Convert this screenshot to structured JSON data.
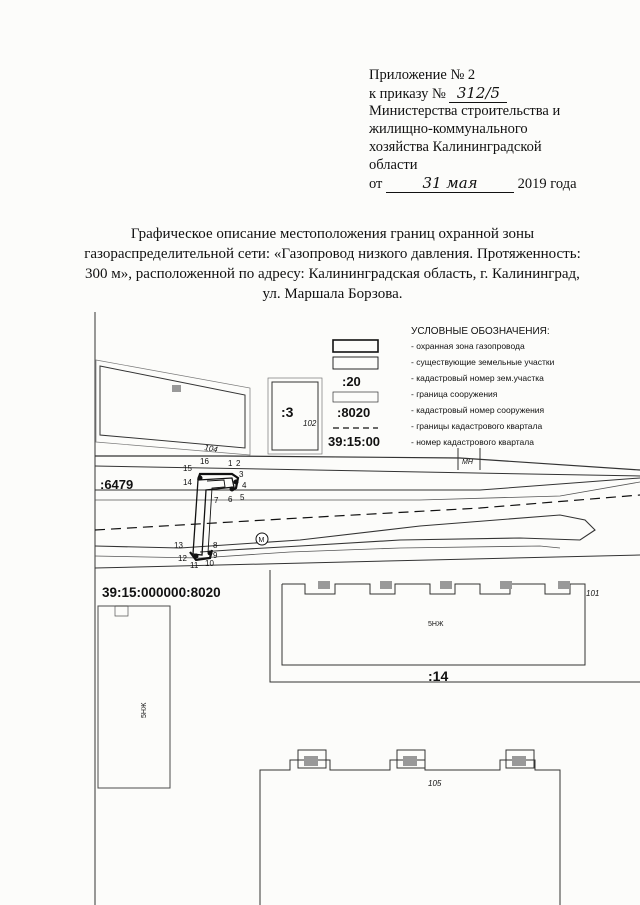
{
  "header": {
    "line1": "Приложение № 2",
    "line2": "к приказу №",
    "order_no": "312/5",
    "line3": "Министерства строительства и",
    "line4": "жилищно-коммунального",
    "line5": "хозяйства Калининградской",
    "line6": "области",
    "date_prefix": "от",
    "date_handwritten": "31 мая",
    "date_suffix": "2019 года"
  },
  "title": {
    "line1": "Графическое описание местоположения границ охранной зоны",
    "line2": "газораспределительной сети: «Газопровод низкого давления. Протяженность:",
    "line3": "300 м», расположенной по адресу: Калининградская область, г. Калининград,",
    "line4": "ул. Маршала Борзова."
  },
  "legend": {
    "title": "УСЛОВНЫЕ ОБОЗНАЧЕНИЯ:",
    "items": [
      {
        "label": "- охранная зона газопровода",
        "symbol": "rect-double"
      },
      {
        "label": "- существующие земельные участки",
        "symbol": "rect-single"
      },
      {
        "label": "- кадастровый номер зем.участка",
        "symbol": ":20"
      },
      {
        "label": "- граница сооружения",
        "symbol": "rect-thin"
      },
      {
        "label": "- кадастровый номер сооружения",
        "symbol": ":8020"
      },
      {
        "label": "- границы кадастрового квартала",
        "symbol": "dashed"
      },
      {
        "label": "- номер кадастрового квартала",
        "symbol": "39:15:00"
      }
    ]
  },
  "map": {
    "labels": {
      "parcel_3": ":3",
      "parcel_6479": ":6479",
      "parcel_14": ":14",
      "structure_full": "39:15:000000:8020",
      "bldg_102": "102",
      "bldg_104": "104",
      "bldg_105": "105",
      "bldg_101": "101",
      "bldg_mn": "МН",
      "bldg_5nzh_h": "5НЖ",
      "bldg_5nzh_v": "5НЖ",
      "manhole": "М"
    },
    "points": [
      "1",
      "2",
      "3",
      "4",
      "5",
      "6",
      "7",
      "8",
      "9",
      "10",
      "11",
      "12",
      "13",
      "14",
      "15",
      "16"
    ]
  }
}
